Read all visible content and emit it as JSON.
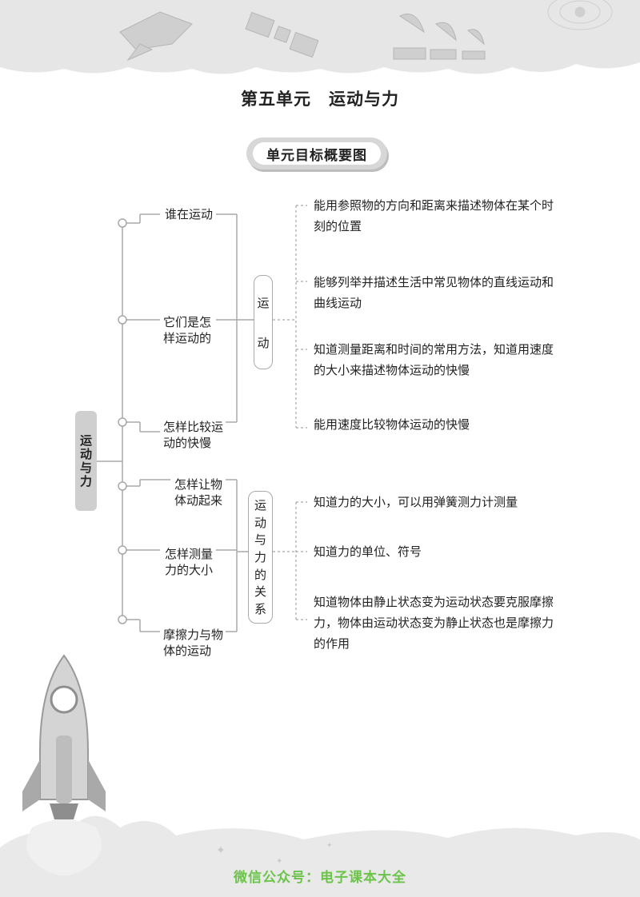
{
  "title": "第五单元　运动与力",
  "section_label": "单元目标概要图",
  "root": "运动与力",
  "topics": [
    {
      "lines": [
        "谁在运动"
      ]
    },
    {
      "lines": [
        "它们是怎",
        "样运动的"
      ]
    },
    {
      "lines": [
        "怎样比较运",
        "动的快慢"
      ]
    },
    {
      "lines": [
        "怎样让物",
        "体动起来"
      ]
    },
    {
      "lines": [
        "怎样测量",
        "力的大小"
      ]
    },
    {
      "lines": [
        "摩擦力与物",
        "体的运动"
      ]
    }
  ],
  "groups": [
    {
      "chars": [
        "运",
        "动"
      ]
    },
    {
      "chars": [
        "运",
        "动",
        "与",
        "力",
        "的",
        "关",
        "系"
      ]
    }
  ],
  "goals": [
    {
      "lines": [
        "能用参照物的方向和距离来描述物体在某个时",
        "刻的位置"
      ]
    },
    {
      "lines": [
        "能够列举并描述生活中常见物体的直线运动和",
        "曲线运动"
      ]
    },
    {
      "lines": [
        "知道测量距离和时间的常用方法，知道用速度",
        "的大小来描述物体运动的快慢"
      ]
    },
    {
      "lines": [
        "能用速度比较物体运动的快慢"
      ]
    },
    {
      "lines": [
        "知道力的大小，可以用弹簧测力计测量"
      ]
    },
    {
      "lines": [
        "知道力的单位、符号"
      ]
    },
    {
      "lines": [
        "知道物体由静止状态变为运动状态要克服摩擦",
        "力，物体由运动状态变为静止状态也是摩擦力",
        "的作用"
      ]
    }
  ],
  "footer": "微信公众号：电子课本大全",
  "colors": {
    "line": "#a8a8a8",
    "pill": "#d7d7d7",
    "footer": "#6cc44a"
  }
}
